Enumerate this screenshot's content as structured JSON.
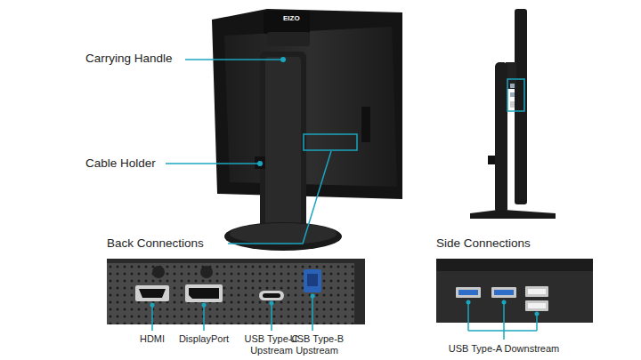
{
  "diagram": {
    "labels": [
      "Carrying Handle",
      "Cable Holder",
      "Back Connections",
      "Side Connections",
      "HDMI",
      "DisplayPort",
      "USB Type-C Upstream",
      "USB Type-B Upstream",
      "USB Type-A Downstream",
      "EIZO"
    ]
  }
}
